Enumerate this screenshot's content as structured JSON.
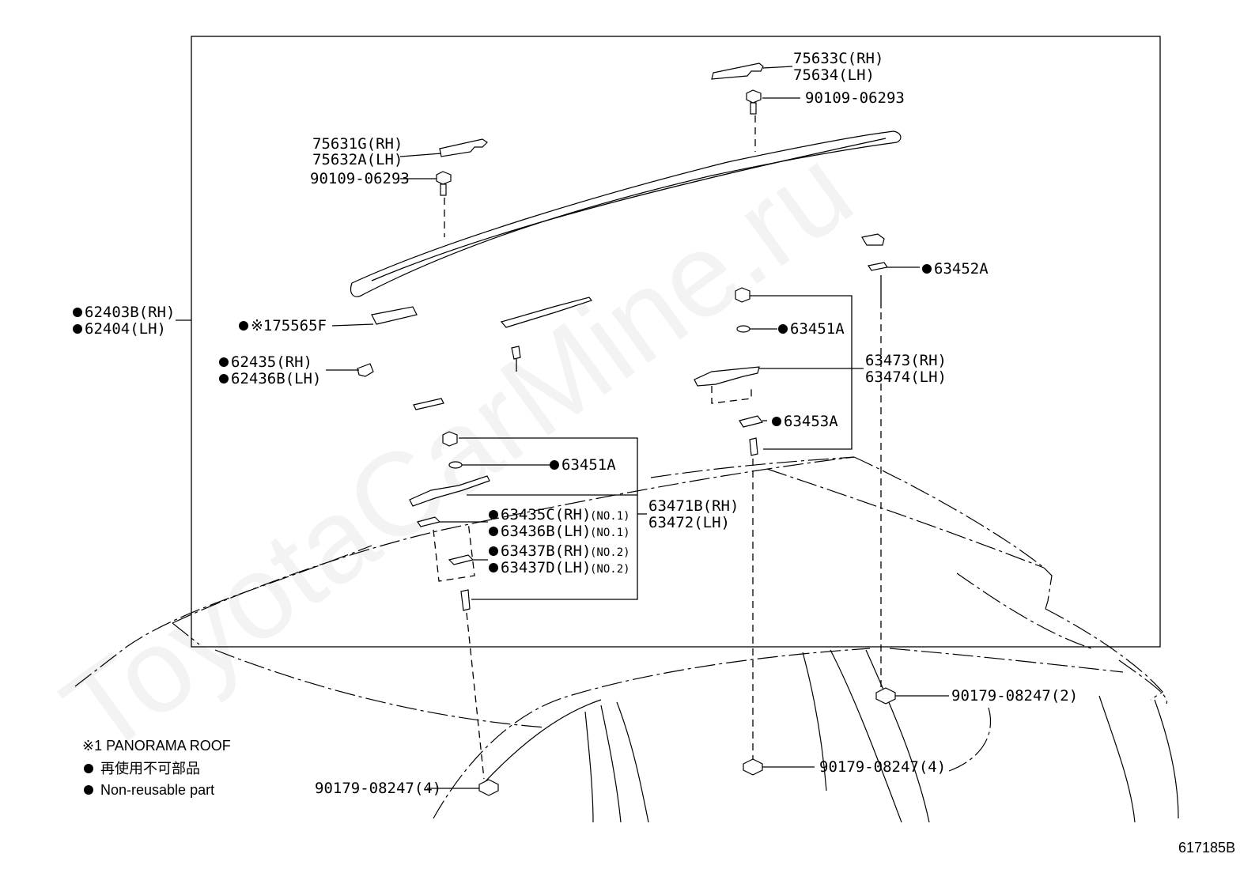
{
  "watermark": "ToyotaCarMine.ru",
  "diagram_code": "617185B",
  "legend": {
    "note1": "※1 PANORAMA ROOF",
    "item_jp": "再使用不可部品",
    "item_en": "Non-reusable part"
  },
  "labels": {
    "p75633c": "75633C(RH)",
    "p75634": "75634(LH)",
    "bolt_top": "90109-06293",
    "p75631g": "75631G(RH)",
    "p75632a": "75632A(LH)",
    "bolt_left": "90109-06293",
    "p62403b": "62403B(RH)",
    "p62404": "62404(LH)",
    "p75565f": "※175565F",
    "p62435": "62435(RH)",
    "p62436b": "62436B(LH)",
    "p63452a": "63452A",
    "p63451a_r": "63451A",
    "p63473": "63473(RH)",
    "p63474": "63474(LH)",
    "p63453a": "63453A",
    "p63451a_l": "63451A",
    "p63471b": "63471B(RH)",
    "p63472": "63472(LH)",
    "p63435c": "63435C(RH)",
    "p63435c_no": "(NO.1)",
    "p63436b": "63436B(LH)",
    "p63436b_no": "(NO.1)",
    "p63437b": "63437B(RH)",
    "p63437b_no": "(NO.2)",
    "p63437d": "63437D(LH)",
    "p63437d_no": "(NO.2)",
    "nut_right": "90179-08247(2)",
    "nut_mid": "90179-08247(4)",
    "nut_left": "90179-08247(4)"
  }
}
